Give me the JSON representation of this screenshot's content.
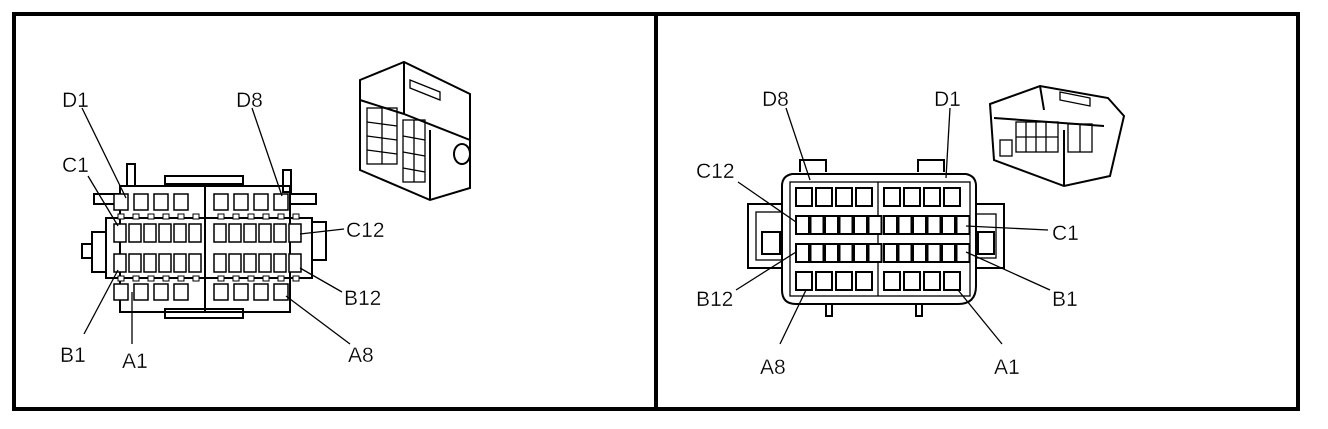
{
  "panels": [
    {
      "name": "left-connector-view",
      "pin_labels": {
        "d_first": "D1",
        "d_last": "D8",
        "c_first": "C1",
        "c_last": "C12",
        "b_first": "B1",
        "b_last": "B12",
        "a_first": "A1",
        "a_last": "A8"
      }
    },
    {
      "name": "right-connector-view",
      "pin_labels": {
        "d_first": "D1",
        "d_last": "D8",
        "c_first": "C1",
        "c_last": "C12",
        "b_first": "B1",
        "b_last": "B12",
        "a_first": "A1",
        "a_last": "A8"
      }
    }
  ]
}
